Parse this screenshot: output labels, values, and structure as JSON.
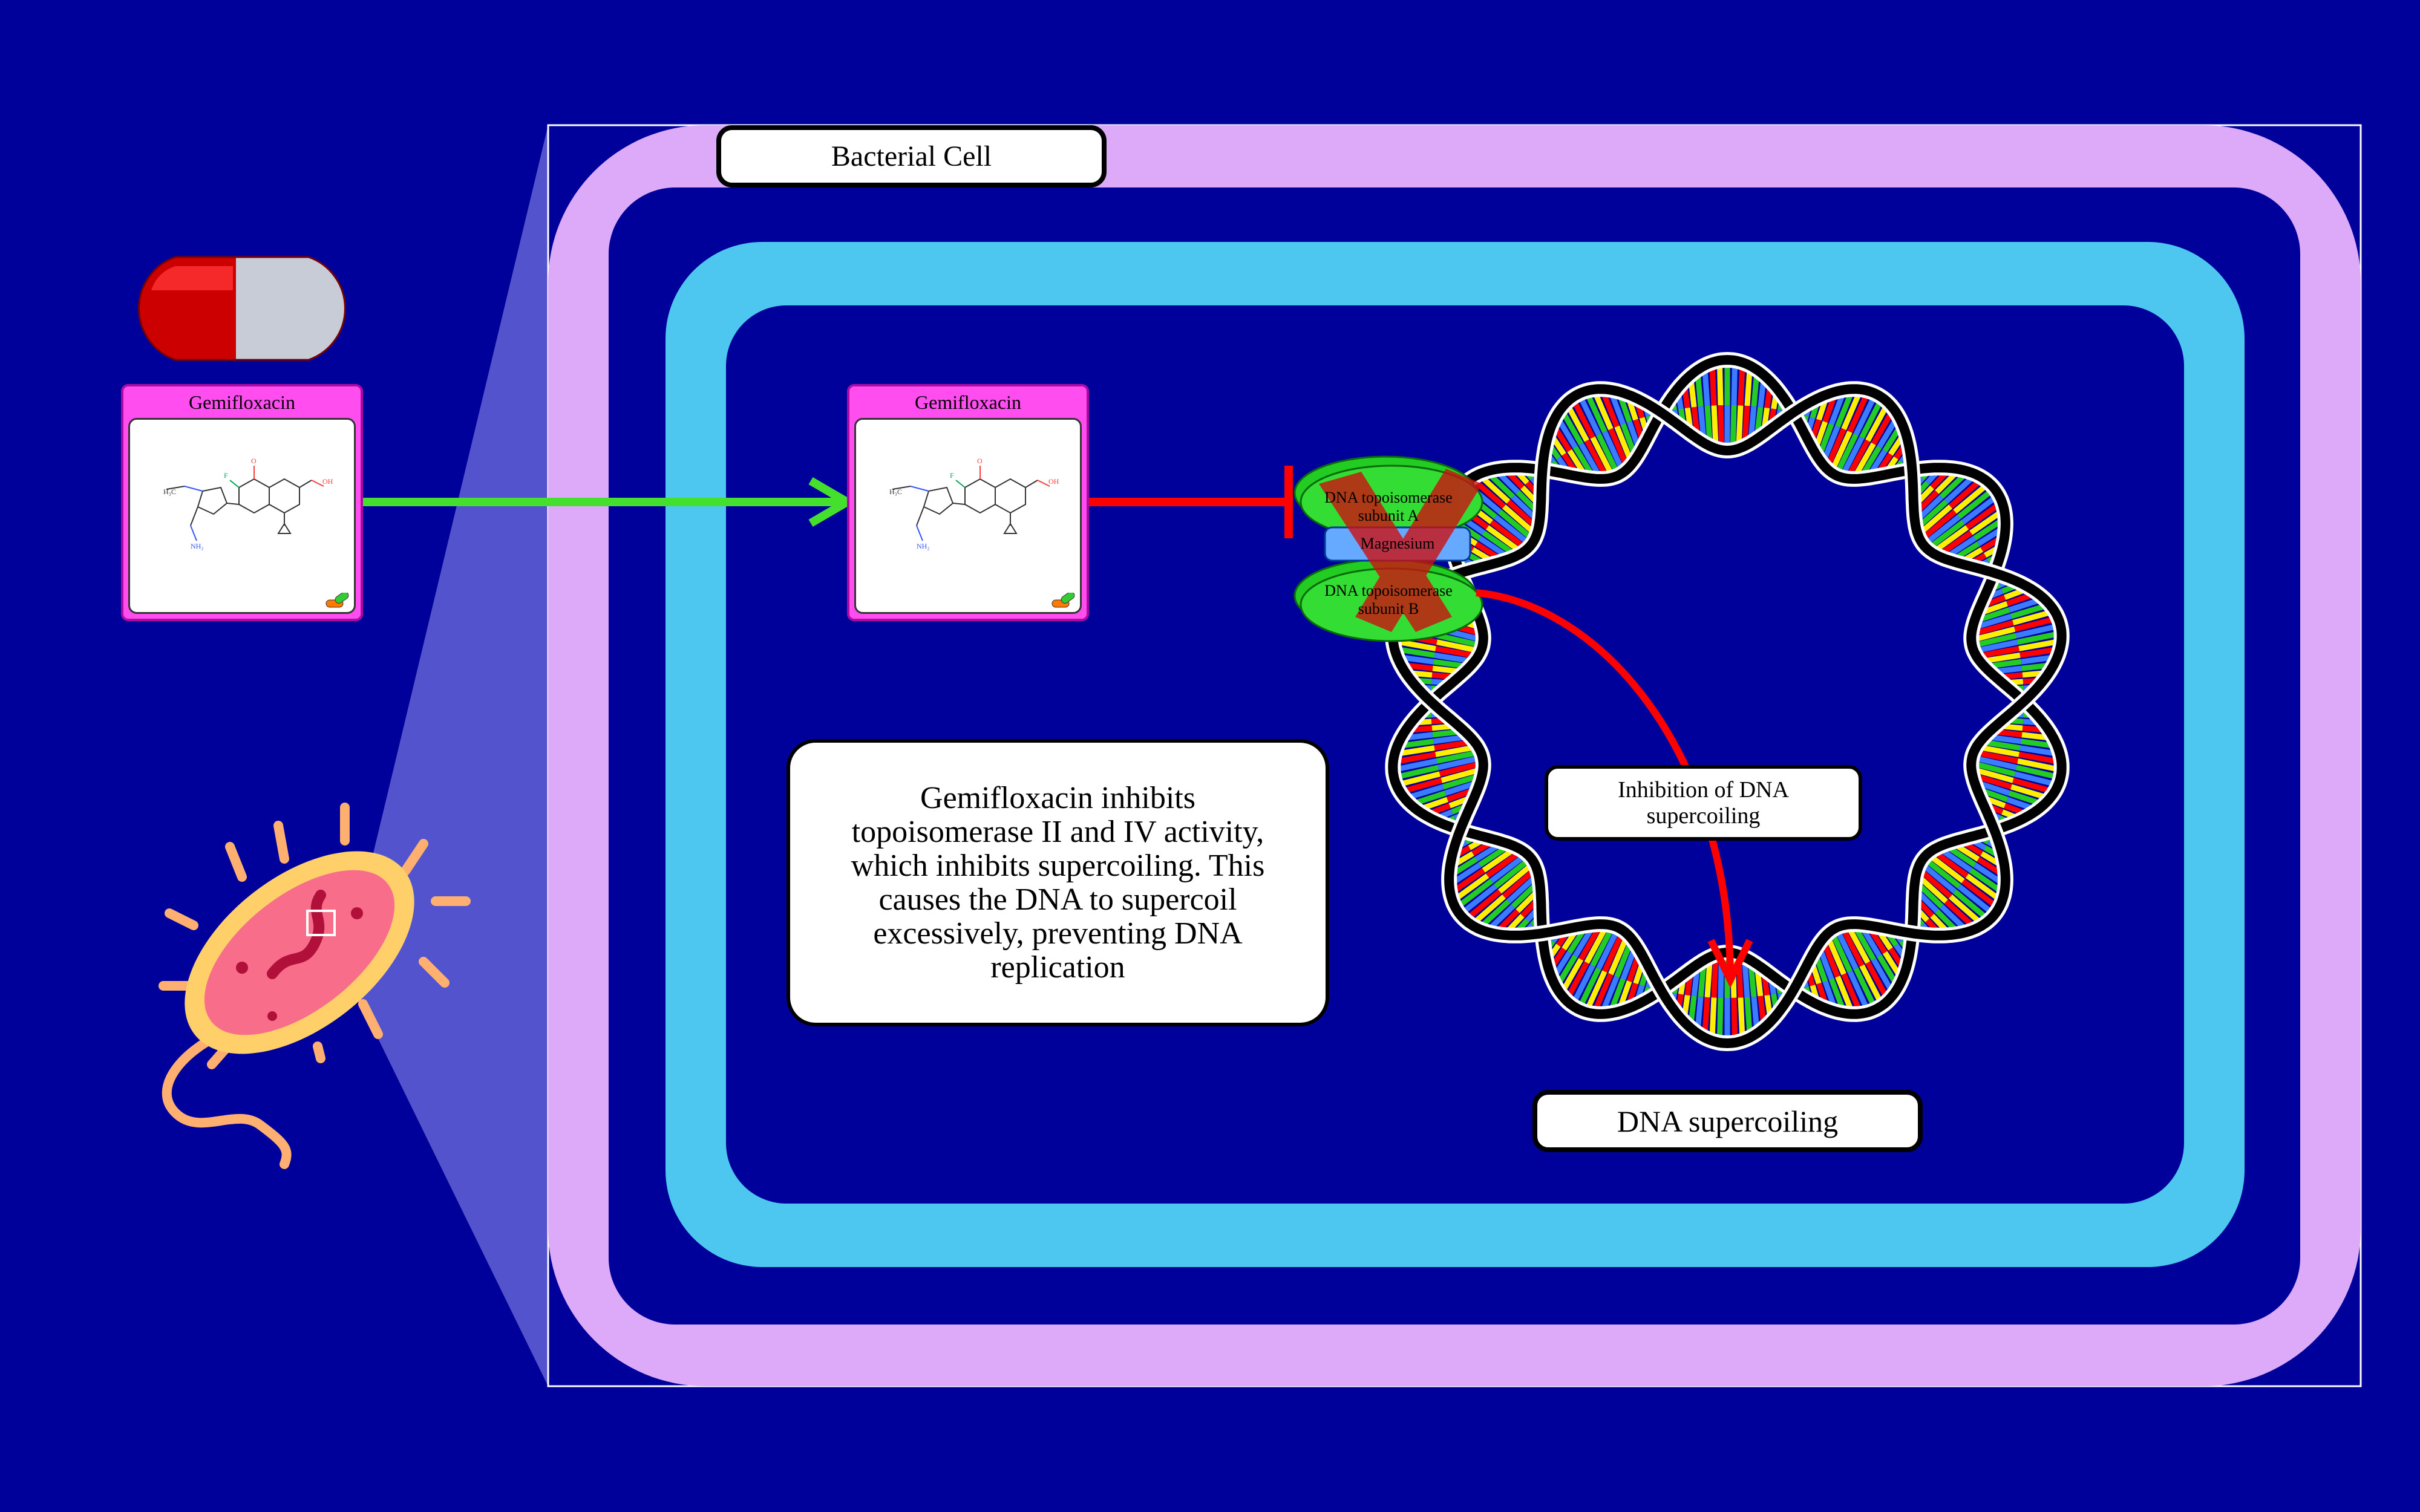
{
  "bacterial_cell": {
    "title": "Bacterial Cell"
  },
  "drug": {
    "name": "Gemifloxacin"
  },
  "dna": {
    "label": "DNA supercoiling"
  },
  "inhibition": {
    "label": "Inhibition of DNA supercoiling"
  },
  "mechanism": {
    "text": "Gemifloxacin inhibits topoisomerase II and IV activity, which inhibits supercoiling. This causes the DNA to supercoil excessively, preventing DNA replication"
  },
  "enzyme": {
    "subunit_a": "DNA topoisomerase subunit A",
    "magnesium": "Magnesium",
    "subunit_b": "DNA topoisomerase subunit B"
  },
  "colors": {
    "background": "#00009a",
    "outer_membrane": "#dcaaf8",
    "inner_membrane": "#4dc6f0",
    "activation_arrow": "#45e02e",
    "inhibition_arrow": "#ff0000",
    "enzyme": "#22cc22",
    "drug_card": "#ff4df0",
    "dna_base_colors": [
      "#ff0000",
      "#ffee00",
      "#22cc22",
      "#3b7bff"
    ]
  }
}
